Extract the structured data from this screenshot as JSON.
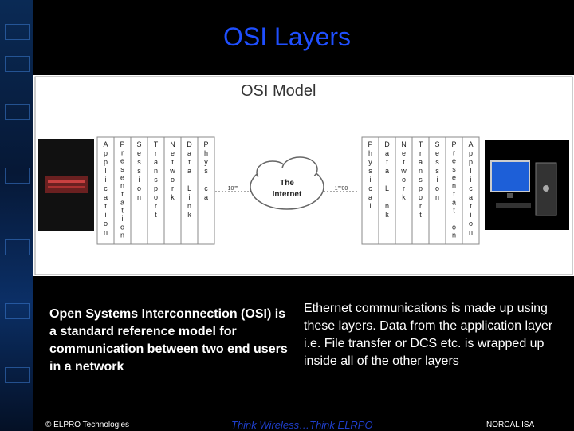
{
  "slide": {
    "title": "OSI Layers",
    "left_text": "Open Systems Interconnection (OSI) is a standard reference model for communication between two end users in a network",
    "right_text": "Ethernet communications is made up using these layers. Data from the application layer i.e. File transfer or DCS etc. is wrapped up inside all of the other layers"
  },
  "diagram": {
    "title": "OSI Model",
    "cloud_label_line1": "The",
    "cloud_label_line2": "Internet",
    "left_signal": "10\"\"",
    "right_signal": "1\"\"00",
    "left_stack": [
      "Application",
      "Presentation",
      "Session",
      "Transport",
      "Network",
      "Data Link",
      "Physical"
    ],
    "right_stack": [
      "Physical",
      "Data Link",
      "Network",
      "Transport",
      "Session",
      "Presentation",
      "Application"
    ]
  },
  "footer": {
    "left": "© ELPRO Technologies",
    "middle": "Think Wireless…Think ELRPO",
    "right": "NORCAL ISA"
  },
  "colors": {
    "title": "#1f4fff",
    "background": "#000000",
    "footer_mid": "#1f3fcc"
  }
}
